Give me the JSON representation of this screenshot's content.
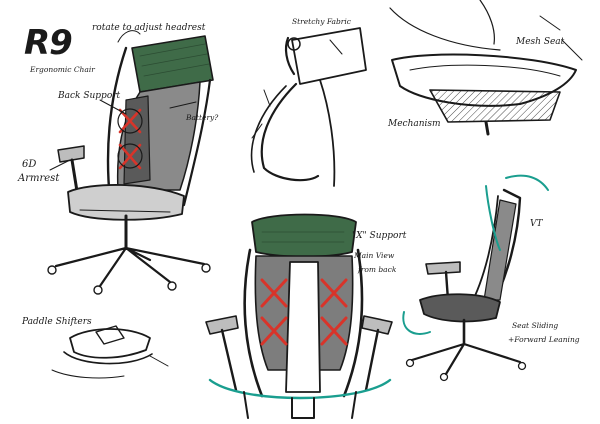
{
  "sheet": {
    "title": "R9",
    "subtitle": "Ergonomic Chair",
    "notes": {
      "headrest": "rotate to adjust headrest",
      "back_support": "Back Support",
      "battery": "Battery?",
      "armrest_line1": "6D",
      "armrest_line2": "Armrest",
      "fabric": "Stretchy Fabric",
      "mesh_seat": "Mesh Seat",
      "mechanism": "Mechanism",
      "x_support_line1": "\"X\" Support",
      "x_support_line2": "Main View",
      "x_support_line3": "from back",
      "vt": "VT",
      "paddle": "Paddle Shifters",
      "seat_sliding_line1": "Seat Sliding",
      "seat_sliding_line2": "+Forward Leaning"
    }
  },
  "colors": {
    "ink": "#1a1a1a",
    "headrest_green": "#3f6b48",
    "accent_red": "#d8342a",
    "accent_teal": "#1a9e8f",
    "frame_gray": "#5a5a5a"
  }
}
